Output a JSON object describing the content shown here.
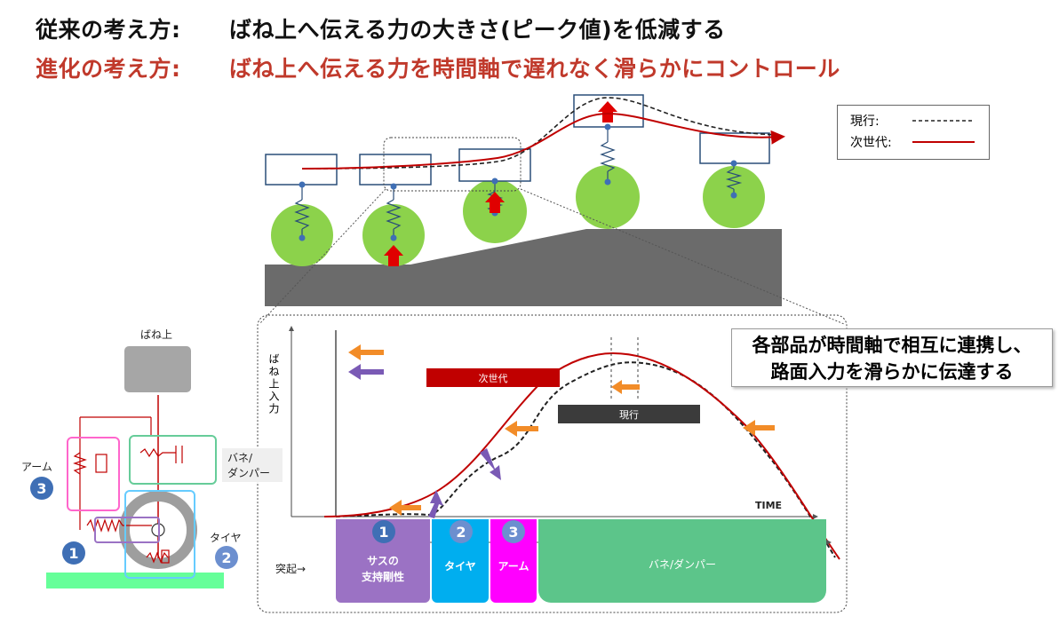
{
  "header": {
    "line1_label": "従来の考え方:",
    "line1_text": "ばね上へ伝える力の大きさ(ピーク値)を低減する",
    "line2_label": "進化の考え方:",
    "line2_text": "ばね上へ伝える力を時間軸で遅れなく滑らかにコントロール"
  },
  "legend": {
    "current_label": "現行:",
    "next_label": "次世代:"
  },
  "colors": {
    "next_gen": "#c00000",
    "current": "#222222",
    "tire": "#8cd24b",
    "road": "#6b6b6b",
    "seg_sus": "#9b72c4",
    "seg_tire": "#00aeef",
    "seg_arm": "#ff00ff",
    "seg_damper": "#5cc58a",
    "arrow_orange": "#f28c28",
    "arrow_purple": "#7a5ab5"
  },
  "callout": {
    "line1": "各部品が時間軸で相互に連携し、",
    "line2": "路面入力を滑らかに伝達する"
  },
  "chart": {
    "ylabel": "ばね上入力",
    "xlabel": "TIME",
    "next_gen_bar": "次世代",
    "current_bar": "現行"
  },
  "timeline": {
    "start_label": "突起→",
    "segments": [
      {
        "num": "1",
        "label1": "サスの",
        "label2": "支持剛性"
      },
      {
        "num": "2",
        "label1": "タイヤ",
        "label2": ""
      },
      {
        "num": "3",
        "label1": "アーム",
        "label2": ""
      },
      {
        "num": "",
        "label1": "バネ/ダンパー",
        "label2": ""
      }
    ]
  },
  "suspension": {
    "sprung_label": "ばね上",
    "arm_label": "アーム",
    "arm_num": "3",
    "spring_label1": "バネ/",
    "spring_label2": "ダンパー",
    "tire_label": "タイヤ",
    "tire_num": "2",
    "support_num": "1"
  }
}
